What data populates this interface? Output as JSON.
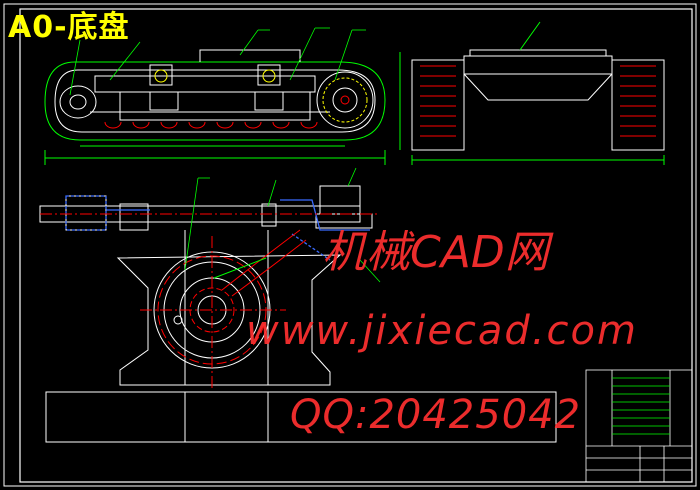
{
  "drawing": {
    "title": "A0-底盘",
    "background": "#000000",
    "line_color": "#ffffff",
    "accent_colors": {
      "title": "#ffff00",
      "green": "#00ff00",
      "cyan": "#00ffff",
      "red": "#ff0000",
      "blue": "#3a6bff"
    }
  },
  "watermark": {
    "line1": "机械CAD网",
    "line2": "www.jixiecad.com",
    "line3": "QQ:20425042",
    "color": "#ff3030"
  }
}
